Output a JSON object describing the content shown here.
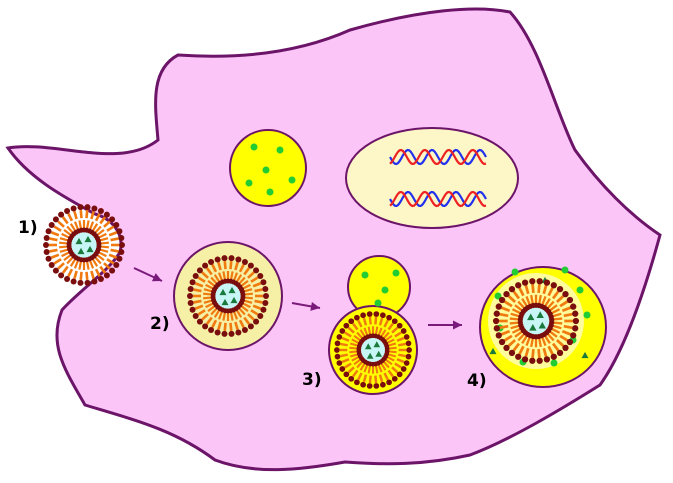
{
  "colors": {
    "cell_fill": "#fbc5f8",
    "cell_outline": "#6b1468",
    "vesicle_fill": "#ffff00",
    "endosome_fill": "#f6f0a6",
    "nucleus_fill": "#fdf6c6",
    "liposome_core": "#c8f5f5",
    "cargo_triangle": "#1a7a3c",
    "green_dot": "#22cc33",
    "lipid_head": "#7a0d0d",
    "lipid_tail": "#f07a10",
    "dna_red": "#ee2222",
    "dna_blue": "#2233ee",
    "arrow": "#7a1a7a"
  },
  "labels": {
    "step1": "1)",
    "step2": "2)",
    "step3": "3)",
    "step4": "4)"
  }
}
